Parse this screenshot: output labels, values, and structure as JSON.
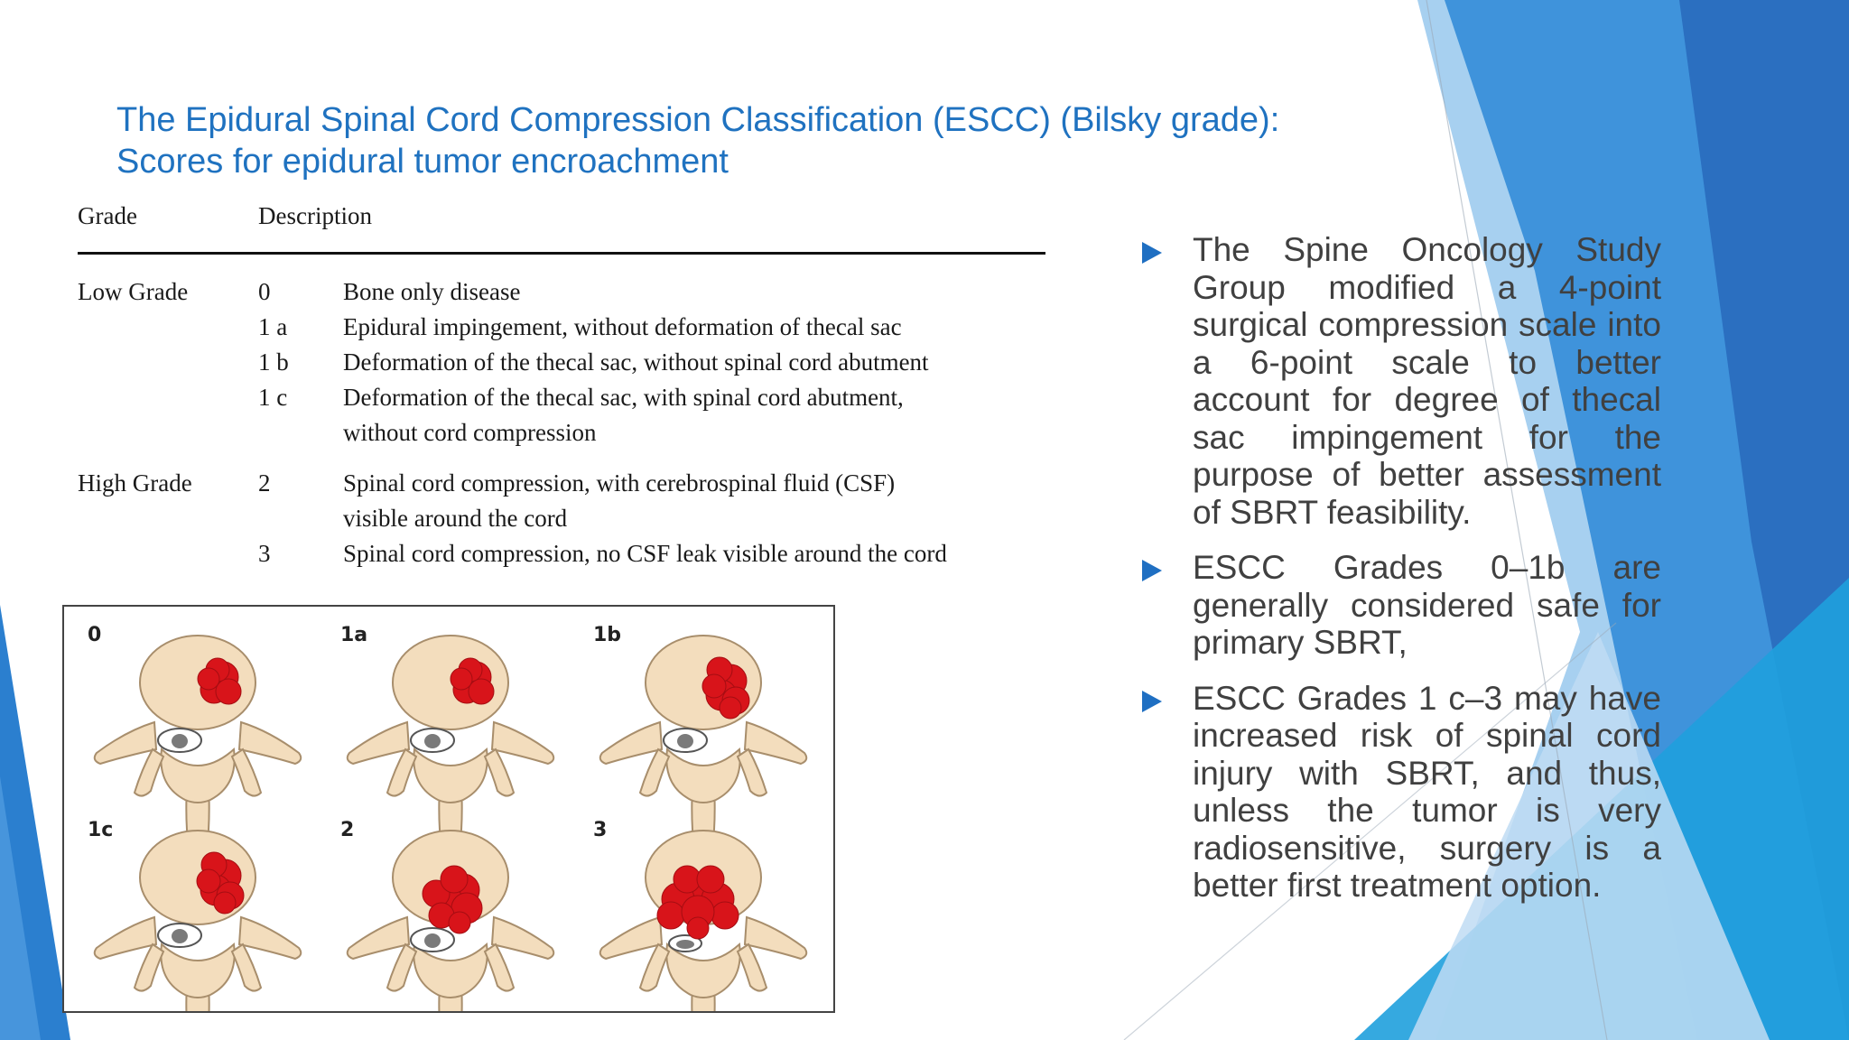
{
  "title": {
    "line1": "The Epidural Spinal Cord Compression Classification (ESCC) (Bilsky grade):",
    "line2": "Scores for epidural tumor encroachment"
  },
  "table": {
    "headers": {
      "grade": "Grade",
      "description": "Description"
    },
    "groups": [
      {
        "label": "Low Grade",
        "rows": [
          {
            "code": "0",
            "lines": [
              "Bone only disease"
            ]
          },
          {
            "code": "1 a",
            "lines": [
              "Epidural impingement, without deformation of thecal sac"
            ]
          },
          {
            "code": "1 b",
            "lines": [
              "Deformation of the thecal sac, without spinal cord abutment"
            ]
          },
          {
            "code": "1 c",
            "lines": [
              "Deformation of the thecal sac, with spinal cord abutment,",
              "without cord compression"
            ]
          }
        ]
      },
      {
        "label": "High Grade",
        "rows": [
          {
            "code": "2",
            "lines": [
              "Spinal cord compression, with cerebrospinal fluid (CSF)",
              "visible around the cord"
            ]
          },
          {
            "code": "3",
            "lines": [
              "Spinal cord compression, no CSF leak visible around the cord"
            ]
          }
        ]
      }
    ]
  },
  "figure": {
    "panels": [
      {
        "label": "0",
        "tumor": "small"
      },
      {
        "label": "1a",
        "tumor": "small"
      },
      {
        "label": "1b",
        "tumor": "medium"
      },
      {
        "label": "1c",
        "tumor": "medium"
      },
      {
        "label": "2",
        "tumor": "large"
      },
      {
        "label": "3",
        "tumor": "xlarge"
      }
    ],
    "colors": {
      "bone": "#F3DDBD",
      "bone_outline": "#A88E6C",
      "tumor": "#D8141A",
      "cord": "#7A7A7A"
    }
  },
  "bullets": [
    "The Spine Oncology Study Group modified a 4-point surgical compression scale into a 6-point scale to better account for degree of thecal sac impingement for the purpose of better assessment of SBRT feasibility.",
    "ESCC Grades 0–1b are generally considered safe for primary SBRT,",
    "ESCC Grades 1 c–3 may have increased risk of spinal cord injury with SBRT, and thus, unless the tumor is very radiosensitive, surgery is a better first treatment option."
  ],
  "theme": {
    "accent": "#1F72C0",
    "bullet_marker": "#1F6FC2",
    "text": "#404040"
  }
}
